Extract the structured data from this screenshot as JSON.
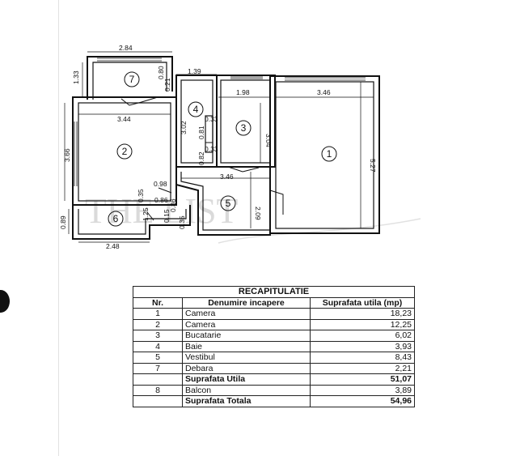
{
  "plan": {
    "room_numbers": [
      "1",
      "2",
      "3",
      "4",
      "5",
      "6",
      "7"
    ],
    "dimensions": {
      "balcony_width": "2.84",
      "balcony_depth": "1.33",
      "balcony_side_a": "0.80",
      "balcony_side_b": "0.21",
      "bath_width_top": "1.39",
      "kitchen_width": "1.98",
      "room1_width": "3.46",
      "room1_height": "5.27",
      "room2_width": "3.44",
      "room2_height": "3.66",
      "bath_height": "3.02",
      "bath_inner_a": "0.81",
      "bath_inner_b": "0.33",
      "bath_inner_c": "0.33",
      "bath_inner_d": "0.82",
      "kitchen_height": "3.04",
      "hall_width": "3.46",
      "hall_height": "2.09",
      "niche_098": "0.98",
      "niche_086": "0.86",
      "niche_035a": "0.35",
      "niche_125": "1.25",
      "niche_086b": "0.86",
      "niche_015": "0.15",
      "niche_035b": "0.35",
      "debara_height": "0.89",
      "debara_width": "2.48"
    },
    "watermark": "THE LIST"
  },
  "recap": {
    "title": "RECAPITULATIE",
    "headers": {
      "nr": "Nr.",
      "name": "Denumire incapere",
      "area": "Suprafata utila (mp)"
    },
    "rows": [
      {
        "nr": "1",
        "name": "Camera",
        "area": "18,23"
      },
      {
        "nr": "2",
        "name": "Camera",
        "area": "12,25"
      },
      {
        "nr": "3",
        "name": "Bucatarie",
        "area": "6,02"
      },
      {
        "nr": "4",
        "name": "Baie",
        "area": "3,93"
      },
      {
        "nr": "5",
        "name": "Vestibul",
        "area": "8,43"
      },
      {
        "nr": "7",
        "name": "Debara",
        "area": "2,21"
      }
    ],
    "useful_total": {
      "label": "Suprafata Utila",
      "area": "51,07"
    },
    "balcony": {
      "nr": "8",
      "name": "Balcon",
      "area": "3,89"
    },
    "grand_total": {
      "label": "Suprafata Totala",
      "area": "54,96"
    }
  }
}
